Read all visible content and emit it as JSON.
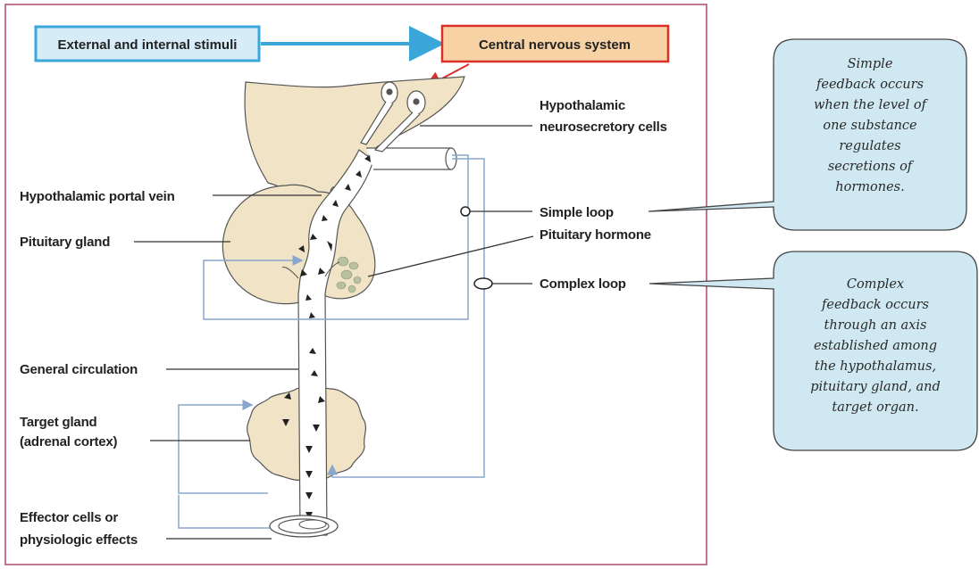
{
  "stimuli_box": "External and internal stimuli",
  "cns_box": "Central nervous system",
  "labels": {
    "neurosecretory_1": "Hypothalamic",
    "neurosecretory_2": "neurosecretory cells",
    "portal_vein": "Hypothalamic portal vein",
    "simple_loop": "Simple loop",
    "pituitary_gland": "Pituitary gland",
    "pituitary_hormone": "Pituitary hormone",
    "complex_loop": "Complex loop",
    "general_circulation": "General circulation",
    "target_gland_1": "Target gland",
    "target_gland_2": "(adrenal cortex)",
    "effector_1": "Effector cells or",
    "effector_2": "physiologic effects"
  },
  "notes": {
    "simple": [
      "Simple",
      "feedback occurs",
      "when the level of",
      "one substance",
      "regulates",
      "secretions of",
      "hormones."
    ],
    "complex": [
      "Complex",
      "feedback occurs",
      "through an axis",
      "established among",
      "the hypothalamus,",
      "pituitary gland, and",
      "target organ."
    ]
  },
  "colors": {
    "frame": "#b0486c",
    "stimuli_fill": "#d6edf8",
    "stimuli_border": "#3aa6d9",
    "cns_fill": "#f6d2a4",
    "cns_border": "#d9302a",
    "tissue": "#f1e3c5",
    "loop_line": "#8aa6cc",
    "note_fill": "#cfe8f2"
  }
}
